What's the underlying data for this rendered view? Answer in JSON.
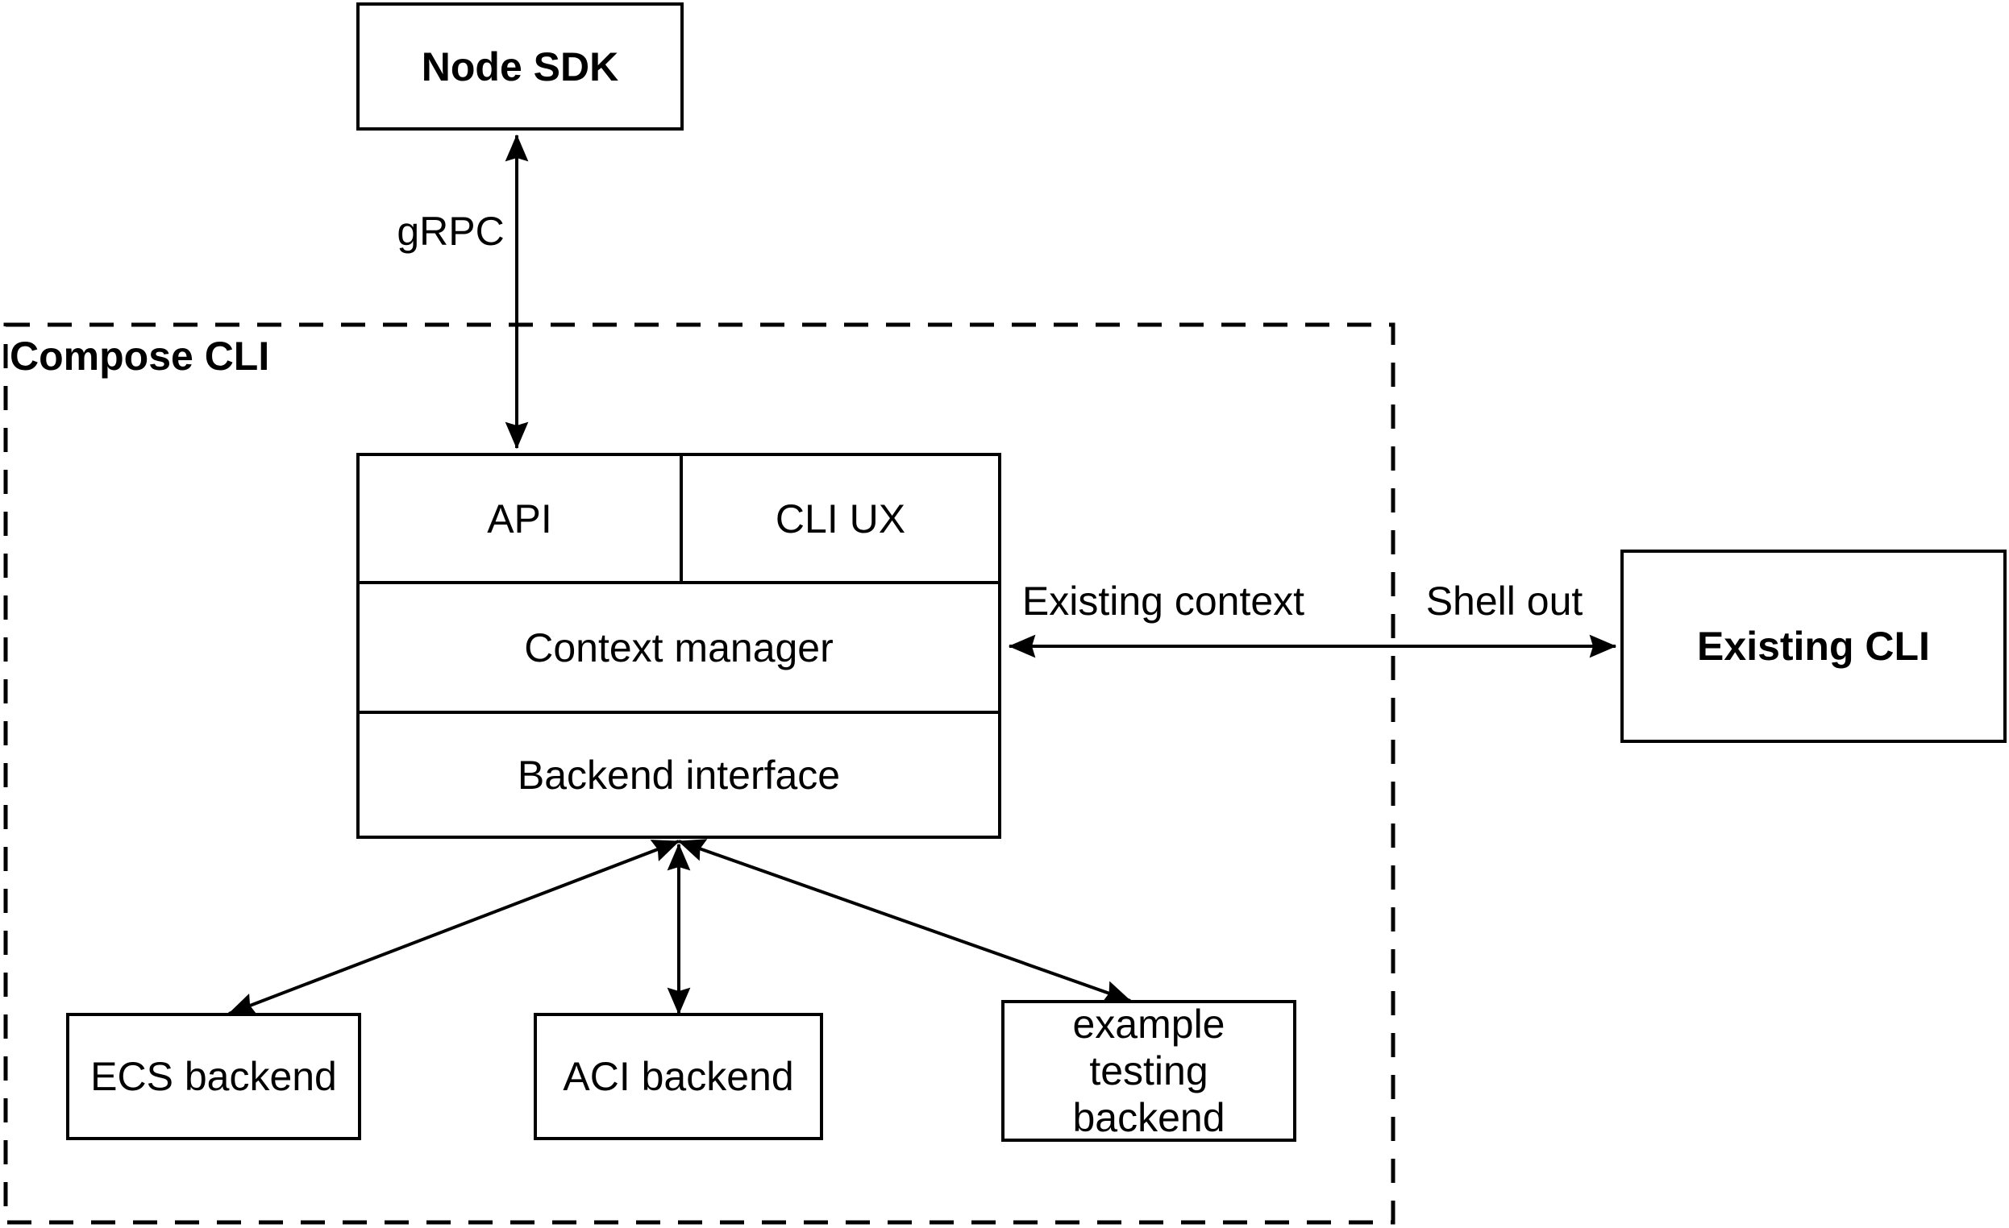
{
  "group": {
    "label": "Compose CLI"
  },
  "nodes": {
    "node_sdk": {
      "label": "Node SDK"
    },
    "api": {
      "label": "API"
    },
    "cli_ux": {
      "label": "CLI UX"
    },
    "context_manager": {
      "label": "Context manager"
    },
    "backend_interface": {
      "label": "Backend interface"
    },
    "existing_cli": {
      "label": "Existing CLI"
    },
    "ecs_backend": {
      "label": "ECS backend"
    },
    "aci_backend": {
      "label": "ACI backend"
    },
    "example_testing_backend": {
      "label": "example testing backend"
    }
  },
  "edges": {
    "grpc": {
      "label": "gRPC",
      "from": "Node SDK",
      "to": "API",
      "bidirectional": true
    },
    "existing_context": {
      "label": "Existing context",
      "from": "Context manager",
      "to": "Existing CLI",
      "bidirectional": true
    },
    "shell_out": {
      "label": "Shell out",
      "from": "Context manager",
      "to": "Existing CLI",
      "bidirectional": true
    },
    "to_ecs": {
      "label": "",
      "from": "Backend interface",
      "to": "ECS backend",
      "bidirectional": true
    },
    "to_aci": {
      "label": "",
      "from": "Backend interface",
      "to": "ACI backend",
      "bidirectional": true
    },
    "to_example": {
      "label": "",
      "from": "Backend interface",
      "to": "example testing backend",
      "bidirectional": true
    }
  },
  "colors": {
    "stroke": "#000000",
    "background": "#ffffff"
  }
}
